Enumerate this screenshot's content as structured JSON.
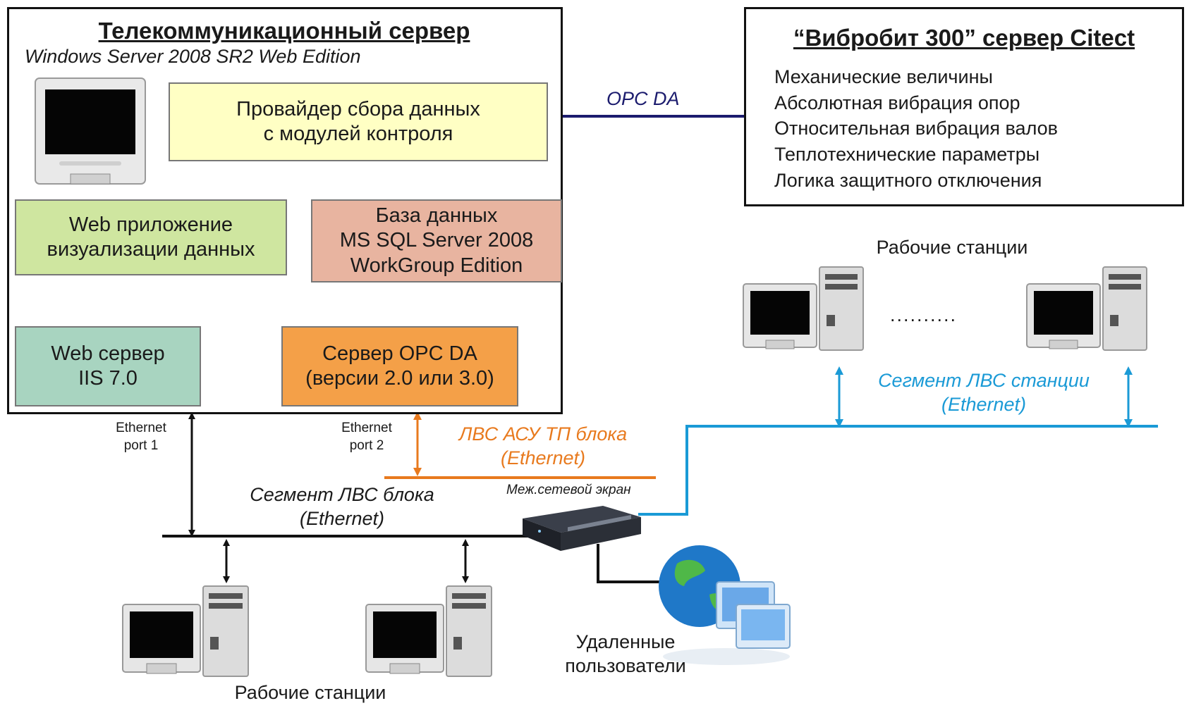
{
  "telecom_server": {
    "title": "Телекоммуникационный сервер",
    "os": "Windows Server 2008 SR2 Web Edition",
    "provider": {
      "line1": "Провайдер сбора данных",
      "line2": "с модулей контроля"
    },
    "webapp": {
      "line1": "Web приложение",
      "line2": "визуализации данных"
    },
    "database": {
      "line1": "База данных",
      "line2": "MS SQL Server 2008",
      "line3": "WorkGroup Edition"
    },
    "webserver": {
      "line1": "Web сервер",
      "line2": "IIS 7.0"
    },
    "opc_server": {
      "line1": "Сервер OPC DA",
      "line2": "(версии 2.0 или 3.0)"
    }
  },
  "opc_link": {
    "label": "OPC DA"
  },
  "citect": {
    "title": "“Вибробит 300” сервер Citect",
    "items": [
      "Механические величины",
      "Абсолютная вибрация опор",
      "Относительная вибрация валов",
      "Теплотехнические параметры",
      "Логика защитного отключения"
    ]
  },
  "ports": {
    "port1": {
      "line1": "Ethernet",
      "line2": "port 1"
    },
    "port2": {
      "line1": "Ethernet",
      "line2": "port 2"
    }
  },
  "lan_block_acs": {
    "line1": "ЛВС АСУ ТП блока",
    "line2": "(Ethernet)"
  },
  "segment_block": {
    "line1": "Сегмент ЛВС блока",
    "line2": "(Ethernet)"
  },
  "firewall": {
    "label": "Меж.сетевой экран"
  },
  "segment_station": {
    "line1": "Сегмент ЛВС станции",
    "line2": "(Ethernet)"
  },
  "workstations_top": {
    "label": "Рабочие станции",
    "ellipsis": ".........."
  },
  "workstations_bottom": {
    "label": "Рабочие станции"
  },
  "remote_users": {
    "line1": "Удаленные",
    "line2": "пользователи"
  },
  "colors": {
    "orange_link": "#e87a1e",
    "blue_link": "#1a9ad6",
    "navy_link": "#1c1c6e",
    "provider_fill": "#ffffc4",
    "webapp_fill": "#cfe6a0",
    "database_fill": "#e8b4a0",
    "webserver_fill": "#a8d4c0",
    "opc_fill": "#f4a048"
  }
}
